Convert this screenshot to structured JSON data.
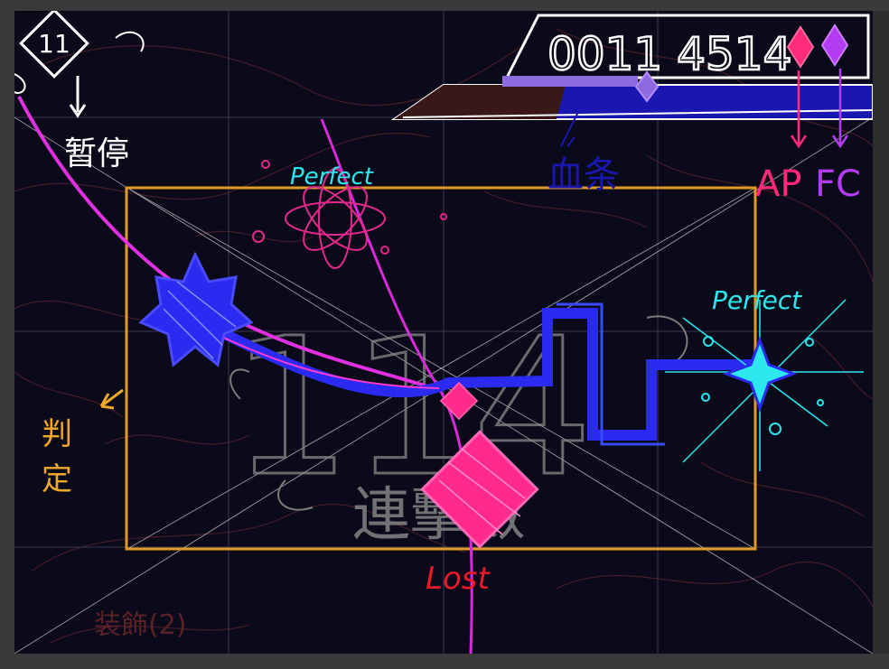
{
  "hud": {
    "score": "0011 4514",
    "pause_number": "11",
    "pause_label": "暂停",
    "hp_label": "血条",
    "ap_label": "AP",
    "fc_label": "FC"
  },
  "judgement": {
    "judge_label": "判定",
    "perfect_top": "Perfect",
    "perfect_right": "Perfect",
    "lost": "Lost"
  },
  "combo": {
    "number": "114",
    "label": "連擊數"
  },
  "decoration": {
    "label": "装飾(2)"
  },
  "colors": {
    "background": "#0b0a1a",
    "judge_line": "#e09a25",
    "hp_fill": "#1a17b0",
    "note_blue": "#2a2af0",
    "note_pink": "#ff2a8c",
    "perfect_cyan": "#2ce8ee",
    "lost_red": "#e81a2a",
    "ap_pink": "#ff2a7a",
    "fc_purple": "#b23cf0"
  }
}
